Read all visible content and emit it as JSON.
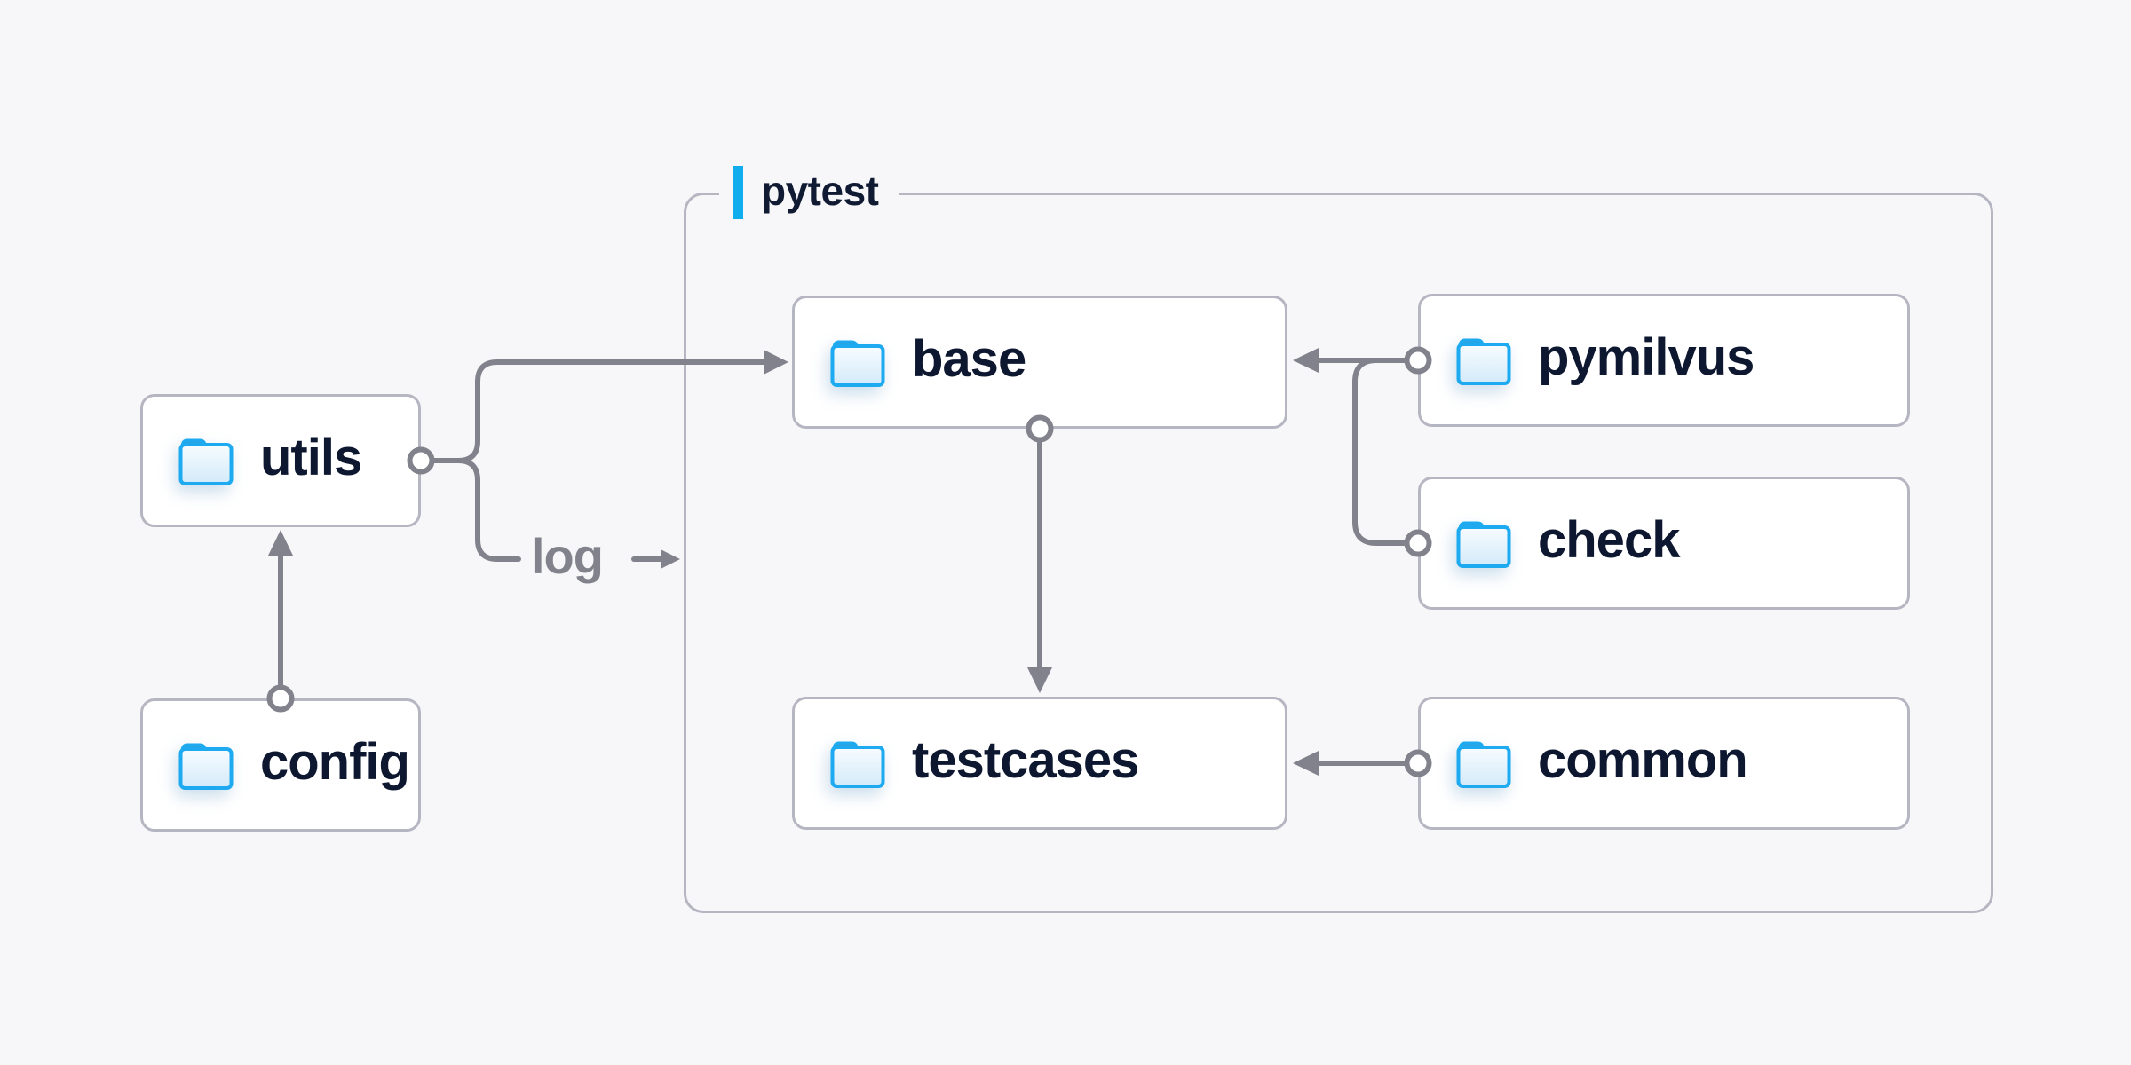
{
  "diagram": {
    "container": {
      "label": "pytest"
    },
    "log_label": "log",
    "nodes": [
      {
        "id": "utils",
        "label": "utils",
        "icon": "folder"
      },
      {
        "id": "config",
        "label": "config",
        "icon": "folder"
      },
      {
        "id": "base",
        "label": "base",
        "icon": "folder"
      },
      {
        "id": "pymilvus",
        "label": "pymilvus",
        "icon": "folder"
      },
      {
        "id": "check",
        "label": "check",
        "icon": "folder"
      },
      {
        "id": "testcases",
        "label": "testcases",
        "icon": "folder"
      },
      {
        "id": "common",
        "label": "common",
        "icon": "folder"
      }
    ],
    "edges": [
      {
        "from": "config",
        "to": "utils"
      },
      {
        "from": "utils",
        "to": "base"
      },
      {
        "from": "utils",
        "to": "pytest",
        "label": "log"
      },
      {
        "from": "pymilvus",
        "to": "base"
      },
      {
        "from": "check",
        "to": "base"
      },
      {
        "from": "base",
        "to": "testcases"
      },
      {
        "from": "common",
        "to": "testcases"
      }
    ],
    "colors": {
      "background": "#f7f7f9",
      "node_fill": "#ffffff",
      "node_border": "#b6b6c2",
      "text": "#0d1830",
      "connector": "#82828d",
      "accent_blue": "#0fadee",
      "folder_outline": "#1daaf0",
      "folder_tab": "#2aa3df",
      "folder_fill_top": "#f7fcff",
      "folder_fill_bottom": "#d3eaf9"
    }
  }
}
